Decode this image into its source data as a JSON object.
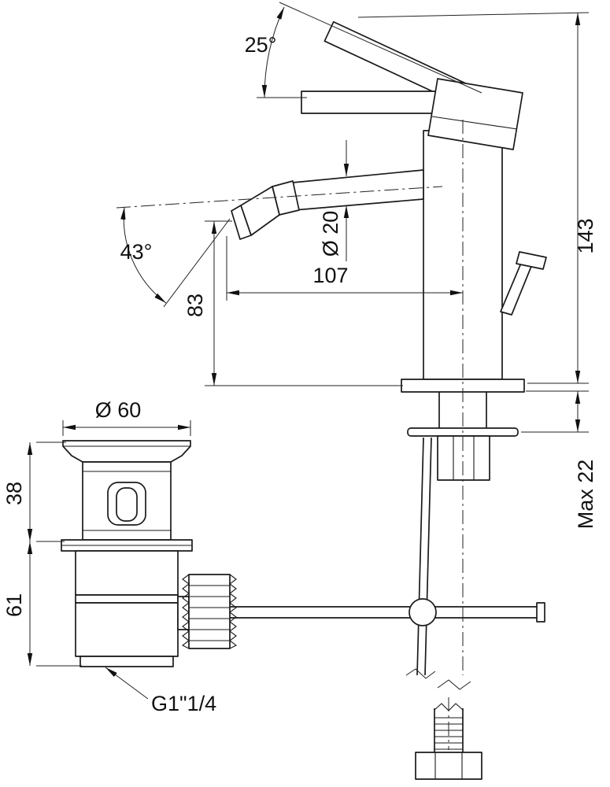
{
  "drawing": {
    "type": "technical-drawing",
    "subject": "Bidet single-lever mixer with pop-up waste",
    "labels": {
      "handle_angle": "25°",
      "spout_angle": "43°",
      "spout_diameter": "Ø 20",
      "total_height": "143",
      "spout_reach": "107",
      "spout_height": "83",
      "waste_flange_diameter": "Ø 60",
      "waste_upper_height": "38",
      "waste_body_height": "61",
      "max_deck_thickness": "Max 22",
      "waste_thread": "G1\"1/4"
    }
  }
}
